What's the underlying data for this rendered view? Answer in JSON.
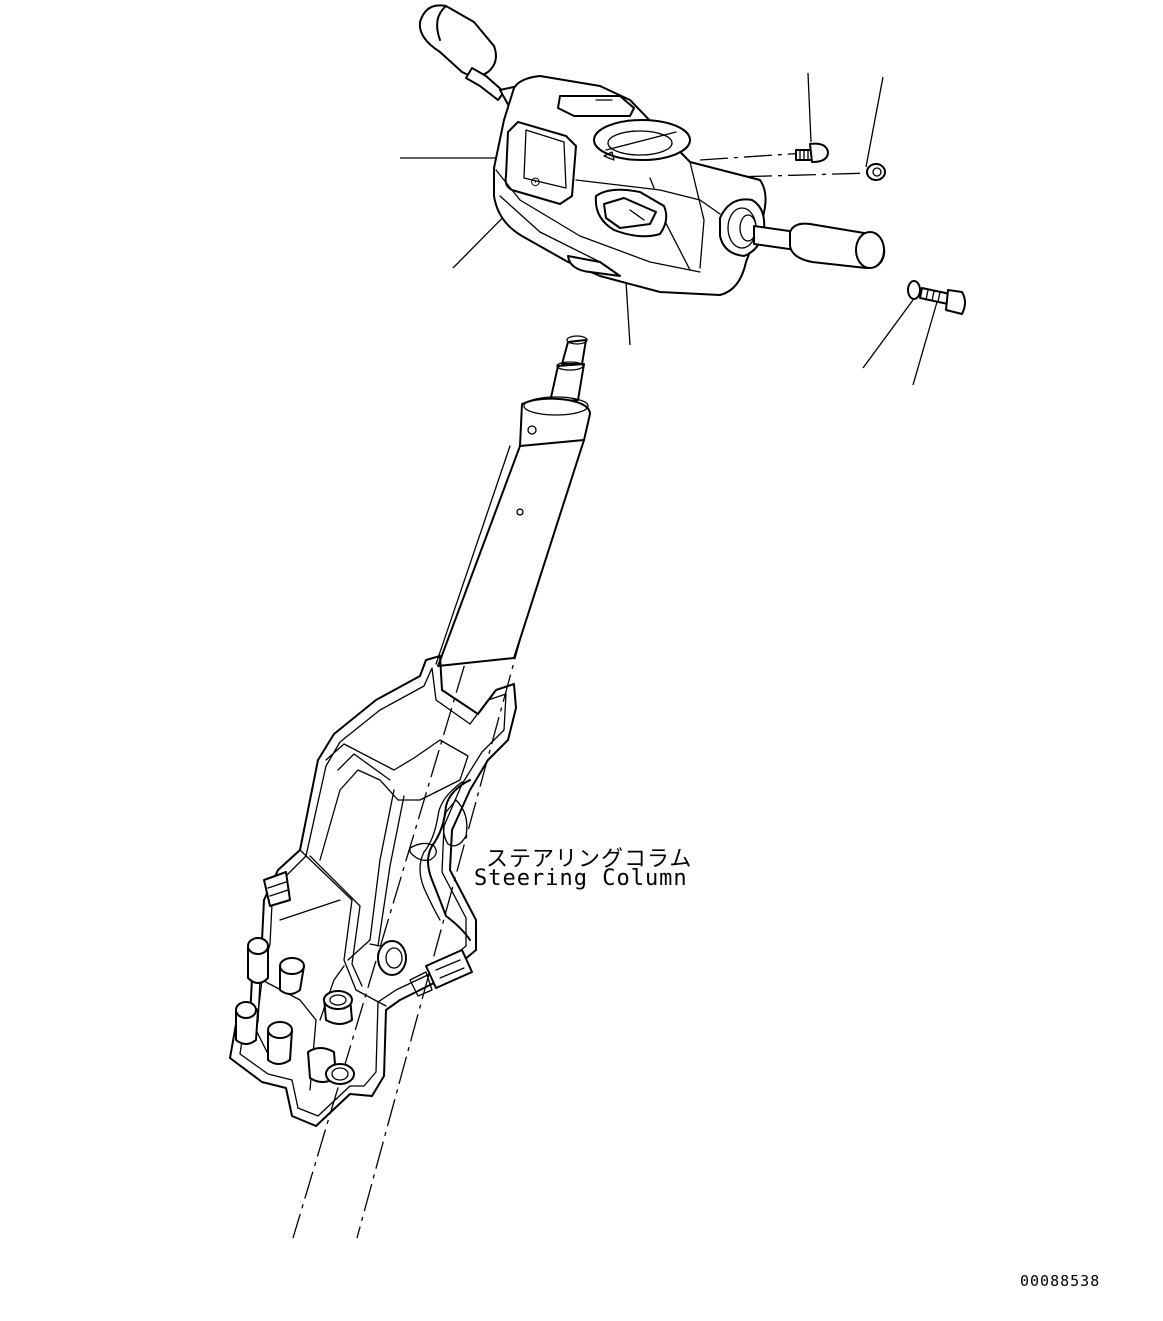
{
  "labels": {
    "part_name_jp": "ステアリングコラム",
    "part_name_en": "Steering Column"
  },
  "drawing_number": "00088538"
}
